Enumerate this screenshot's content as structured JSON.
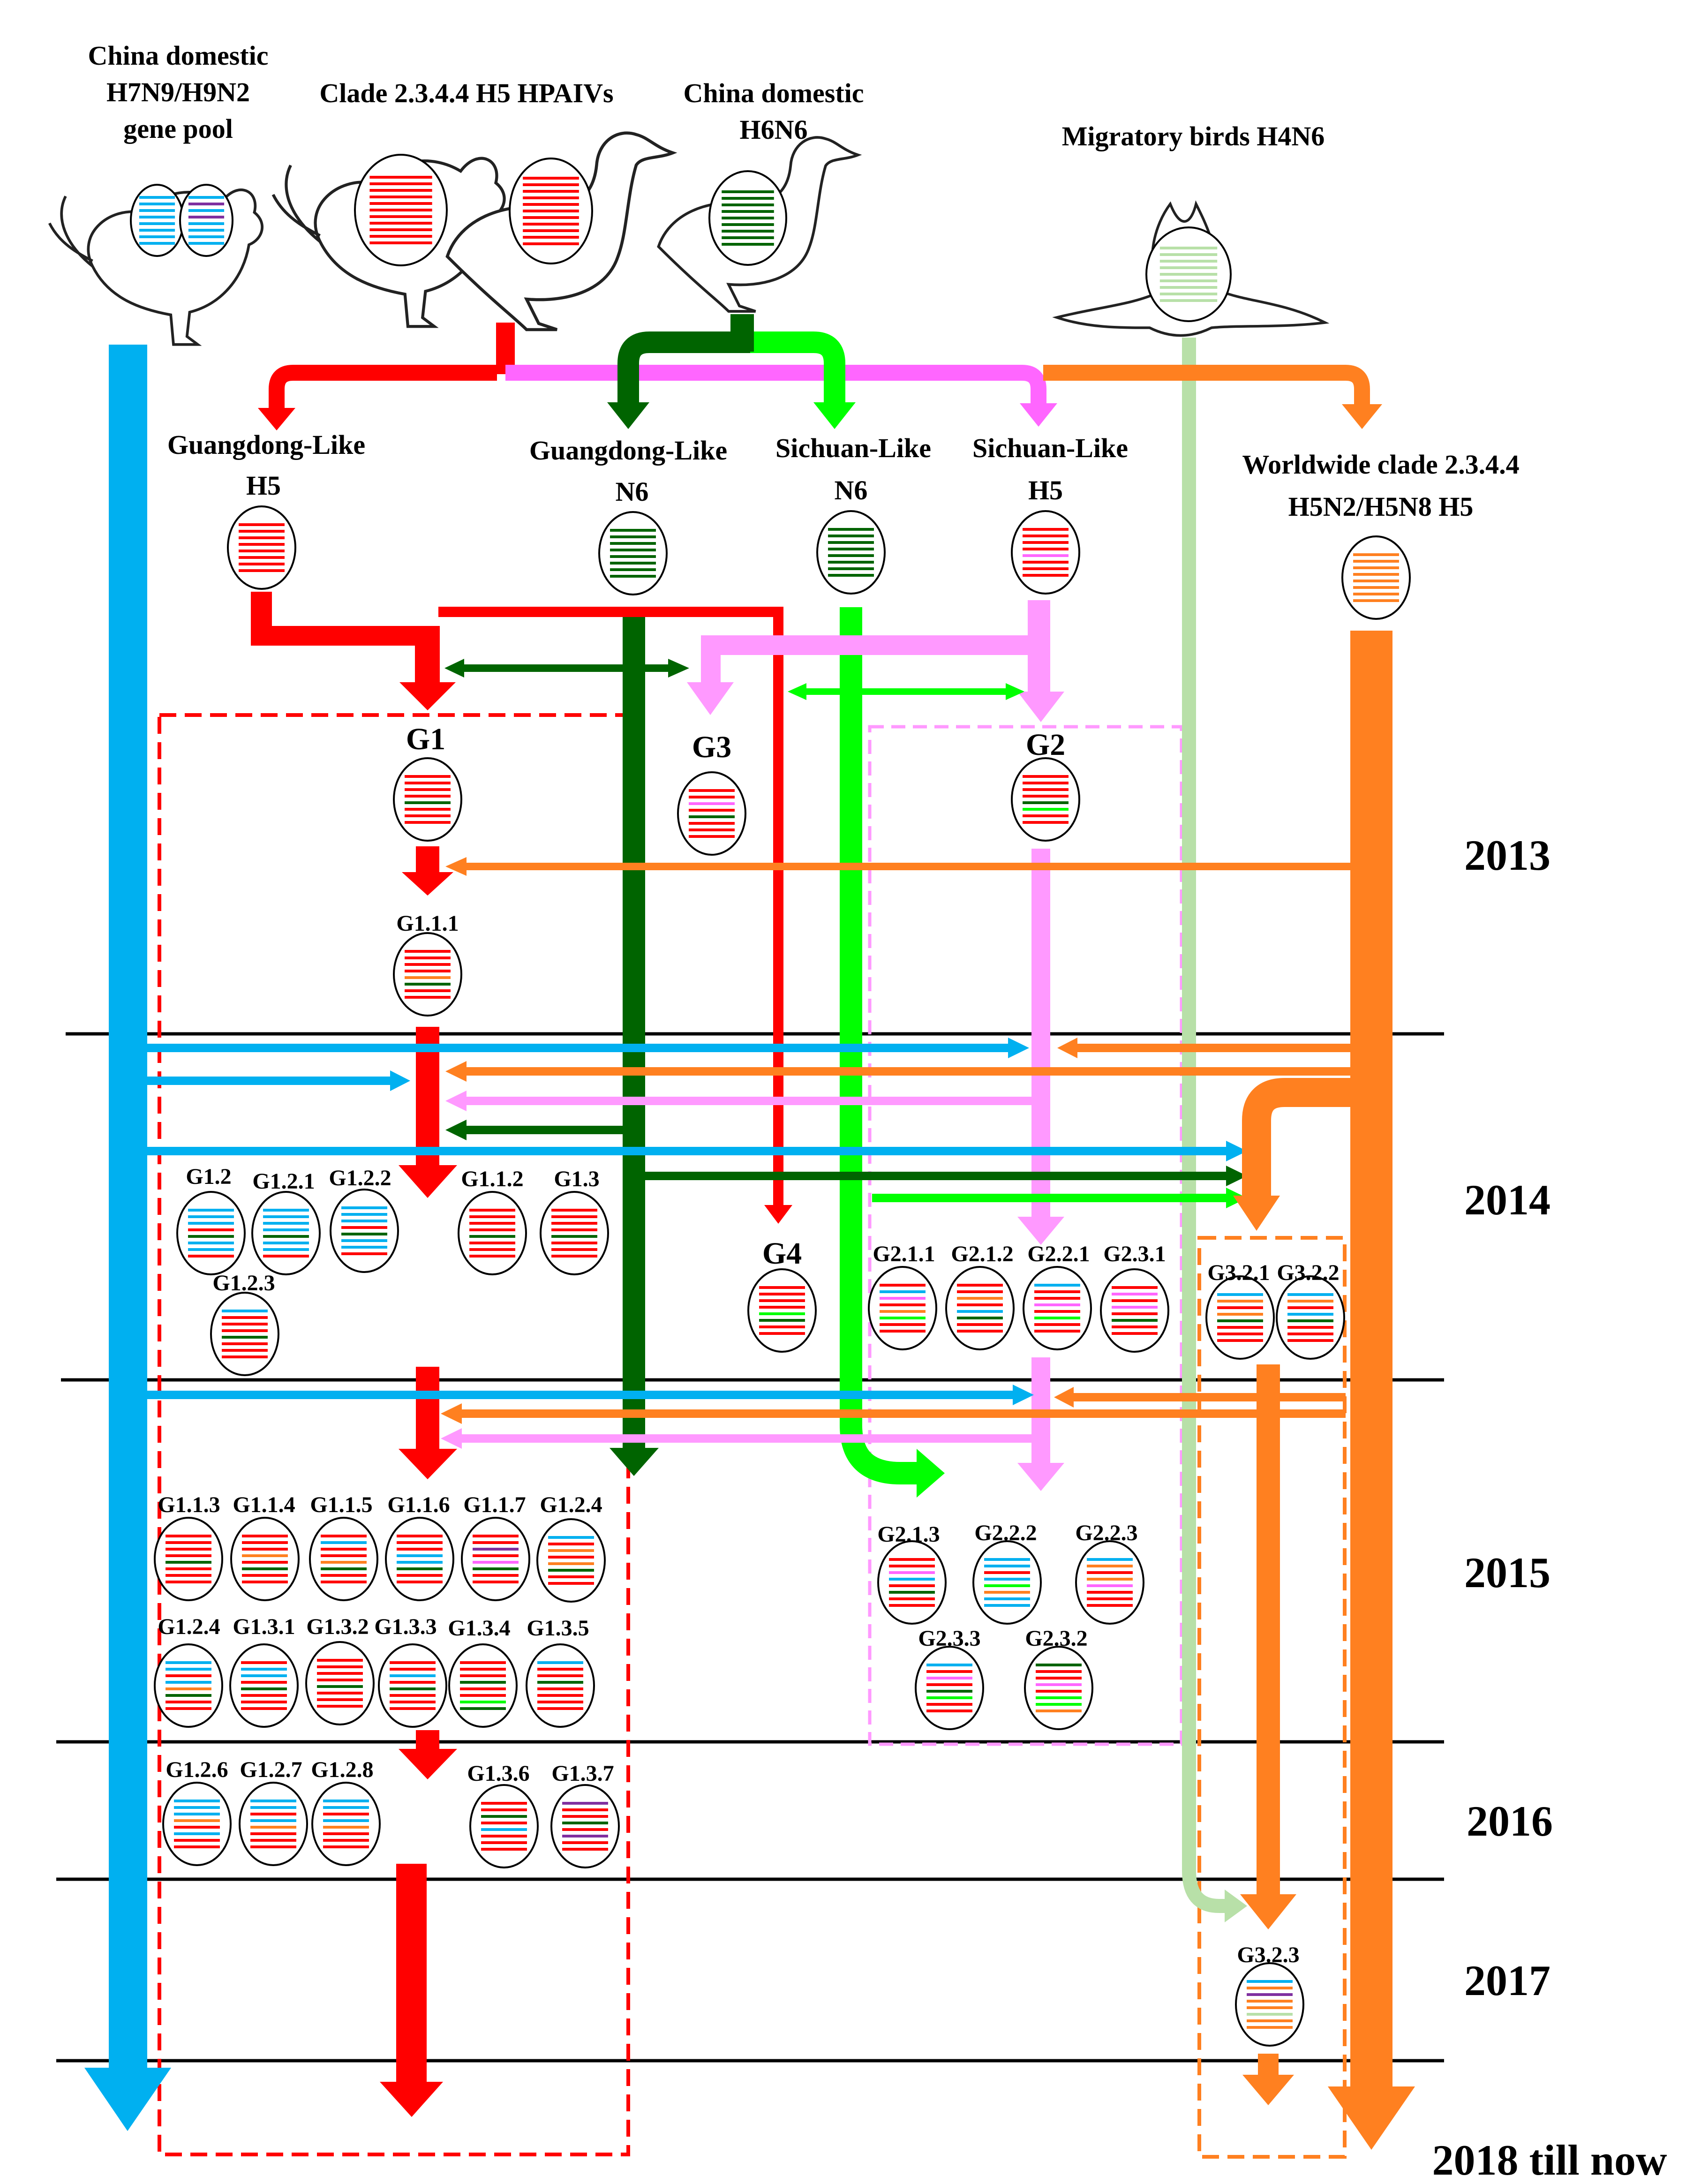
{
  "colors": {
    "blue": "#00b0f0",
    "red": "#ff0000",
    "darkgreen": "#006400",
    "green": "#00ff00",
    "pink": "#ff99ff",
    "magenta": "#ff66ff",
    "orange": "#ff8020",
    "lightgreen": "#b8e0a8",
    "purple": "#8030a0",
    "black": "#000000"
  },
  "sources": {
    "china_pool": {
      "line1": "China domestic",
      "line2": "H7N9/H9N2",
      "line3": "gene pool"
    },
    "clade": {
      "line1": "Clade 2.3.4.4 H5 HPAIVs"
    },
    "h6n6": {
      "line1": "China domestic",
      "line2": "H6N6"
    },
    "migratory": {
      "line1": "Migratory birds H4N6"
    }
  },
  "lineages": {
    "gd_h5": {
      "line1": "Guangdong-Like",
      "line2": "H5"
    },
    "gd_n6": {
      "line1": "Guangdong-Like",
      "line2": "N6"
    },
    "sc_n6": {
      "line1": "Sichuan-Like",
      "line2": "N6"
    },
    "sc_h5": {
      "line1": "Sichuan-Like",
      "line2": "H5"
    },
    "worldwide": {
      "line1": "Worldwide clade 2.3.4.4",
      "line2": "H5N2/H5N8 H5"
    }
  },
  "years": {
    "y2013": "2013",
    "y2014": "2014",
    "y2015": "2015",
    "y2016": "2016",
    "y2017": "2017",
    "y2018": "2018 till now"
  },
  "genotypes": {
    "g1": "G1",
    "g2": "G2",
    "g3": "G3",
    "g4": "G4",
    "g111": "G1.1.1",
    "g112": "G1.1.2",
    "g113": "G1.1.3",
    "g114": "G1.1.4",
    "g115": "G1.1.5",
    "g116": "G1.1.6",
    "g117": "G1.1.7",
    "g12": "G1.2",
    "g121": "G1.2.1",
    "g122": "G1.2.2",
    "g123": "G1.2.3",
    "g124a": "G1.2.4",
    "g124b": "G1.2.4",
    "g126": "G1.2.6",
    "g127": "G1.2.7",
    "g128": "G1.2.8",
    "g13": "G1.3",
    "g131": "G1.3.1",
    "g132": "G1.3.2",
    "g133": "G1.3.3",
    "g134": "G1.3.4",
    "g135": "G1.3.5",
    "g136": "G1.3.6",
    "g137": "G1.3.7",
    "g211": "G2.1.1",
    "g212": "G2.1.2",
    "g221": "G2.2.1",
    "g231": "G2.3.1",
    "g213": "G2.1.3",
    "g222": "G2.2.2",
    "g223": "G2.2.3",
    "g233": "G2.3.3",
    "g232": "G2.3.2",
    "g321": "G3.2.1",
    "g322": "G3.2.2",
    "g323": "G3.2.3"
  }
}
